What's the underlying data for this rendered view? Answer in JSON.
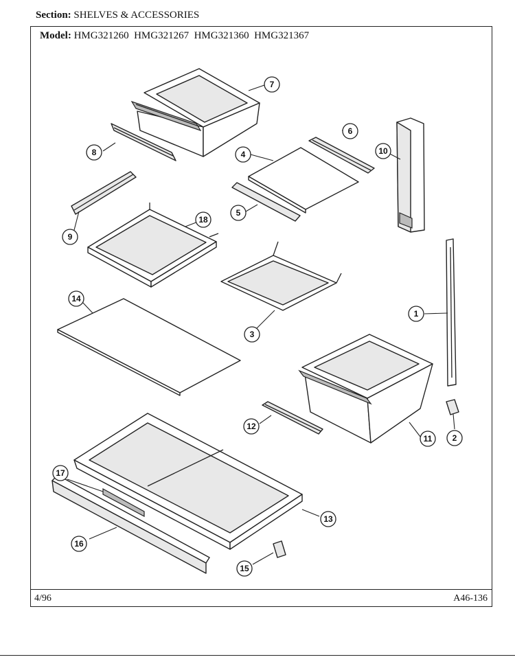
{
  "header": {
    "section_label": "Section:",
    "section_value": "SHELVES & ACCESSORIES",
    "model_label": "Model:",
    "model_value": "HMG321260  HMG321267  HMG321360  HMG321367"
  },
  "footer": {
    "date": "4/96",
    "page_code": "A46-136"
  },
  "callouts": [
    "1",
    "2",
    "3",
    "4",
    "5",
    "6",
    "7",
    "8",
    "9",
    "10",
    "11",
    "12",
    "13",
    "14",
    "15",
    "16",
    "17",
    "18"
  ]
}
